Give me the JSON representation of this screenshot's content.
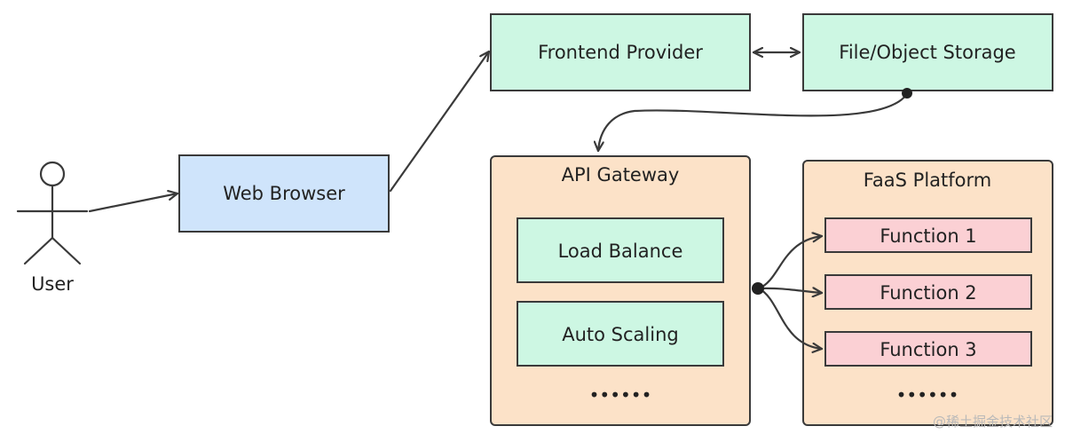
{
  "actor": {
    "label": "User"
  },
  "nodes": {
    "web_browser": "Web Browser",
    "frontend_provider": "Frontend Provider",
    "file_object_storage": "File/Object Storage",
    "api_gateway": "API Gateway",
    "load_balance": "Load Balance",
    "auto_scaling": "Auto Scaling",
    "api_gateway_more": "••••••",
    "faas_platform": "FaaS Platform",
    "functions": [
      "Function 1",
      "Function 2",
      "Function 3"
    ],
    "faas_more": "••••••"
  },
  "watermark": "@稀土掘金技术社区",
  "colors": {
    "green_fill": "#cdf7e3",
    "blue_fill": "#cfe4fb",
    "orange_fill": "#fce2c8",
    "pink_fill": "#fbd0d4",
    "stroke": "#3a3a3a"
  }
}
